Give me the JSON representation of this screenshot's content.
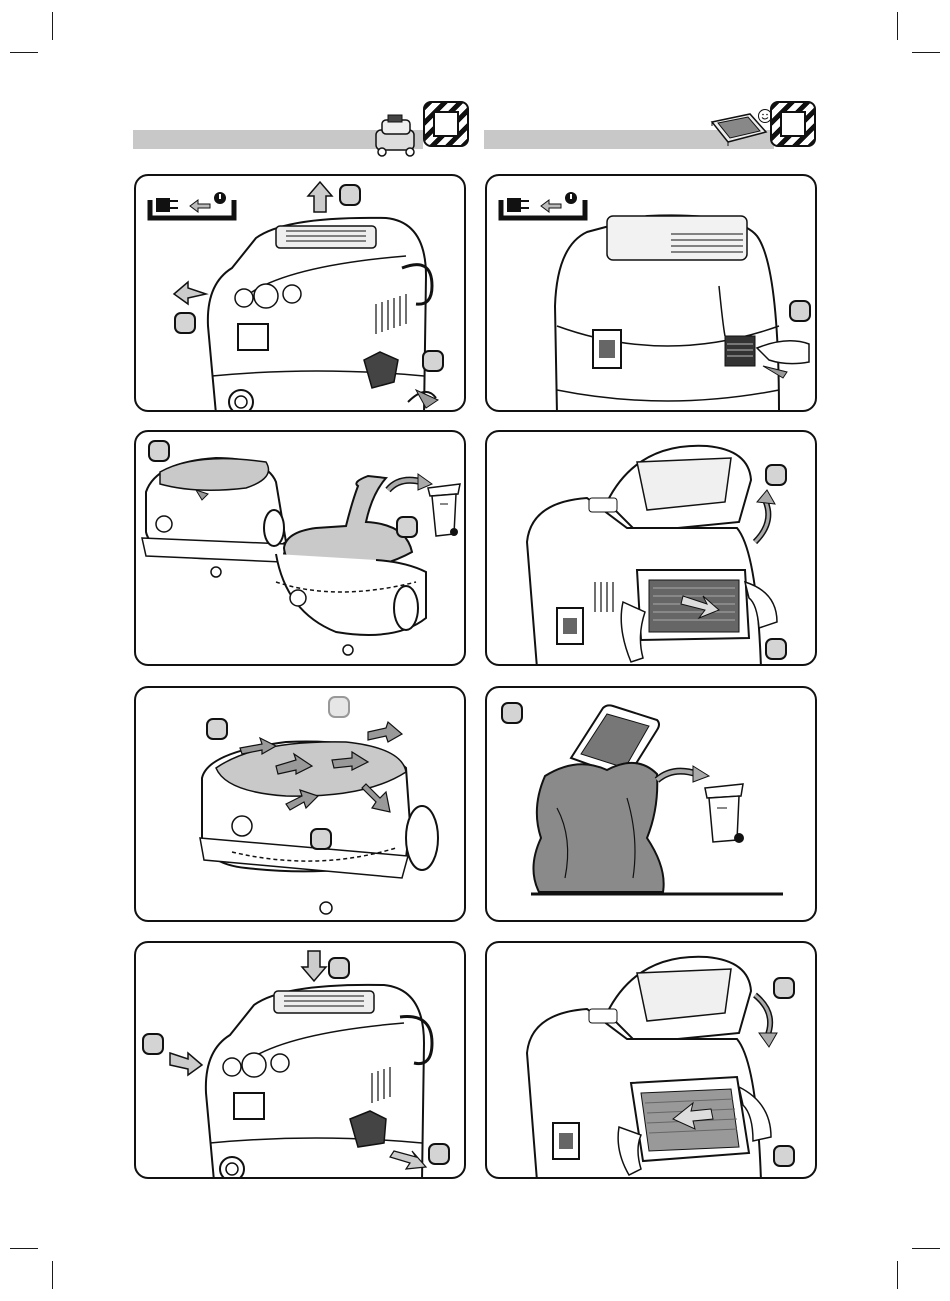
{
  "page": {
    "header_left_icon": "vacuum-cleaner-icon",
    "header_right_icon": "filter-element-icon",
    "header_smiley_icon": "smiley-icon",
    "bar_color": "#c8c8c8",
    "line_color": "#111111",
    "fill_gray": "#8a8a8a"
  },
  "steps": [
    {
      "id": "unplug-open-head",
      "icons": [
        "unplug-icon",
        "arrow-up-icon",
        "arrow-left-icon",
        "latch-icon"
      ]
    },
    {
      "id": "unplug-remove-cassette",
      "icons": [
        "unplug-icon",
        "filter-cassette-icon"
      ]
    },
    {
      "id": "remove-bag-dispose",
      "icons": [
        "dust-bag-icon",
        "waste-bin-icon"
      ]
    },
    {
      "id": "open-cover-remove-filter",
      "icons": [
        "filter-icon",
        "arrow-curve-icon"
      ]
    },
    {
      "id": "remove-fleece-bag",
      "icons": [
        "fleece-bag-icon",
        "arrow-icon"
      ]
    },
    {
      "id": "dispose-filter",
      "icons": [
        "sack-icon",
        "waste-bin-icon"
      ]
    },
    {
      "id": "close-head",
      "icons": [
        "arrow-down-icon",
        "arrow-right-icon",
        "latch-icon"
      ]
    },
    {
      "id": "insert-filter-close",
      "icons": [
        "filter-icon",
        "arrow-curve-icon"
      ]
    }
  ]
}
